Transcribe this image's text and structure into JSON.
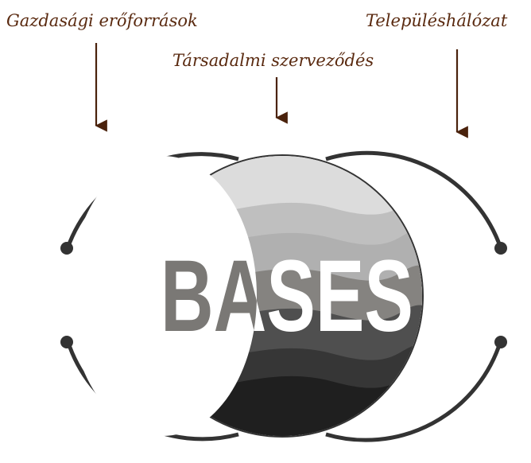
{
  "labels": {
    "economic": "Gazdasági erőforrások",
    "social": "Társadalmi szerveződés",
    "settlement": "Településhálózat"
  },
  "logo": {
    "text": "BASES"
  },
  "colors": {
    "label": "#5a2a10",
    "arrow": "#4a220c",
    "outline": "#333333",
    "bands": [
      "#dcdcdc",
      "#bfbfbf",
      "#b0b0b0",
      "#858380",
      "#4f4f4f",
      "#363636",
      "#1f1f1f"
    ]
  }
}
